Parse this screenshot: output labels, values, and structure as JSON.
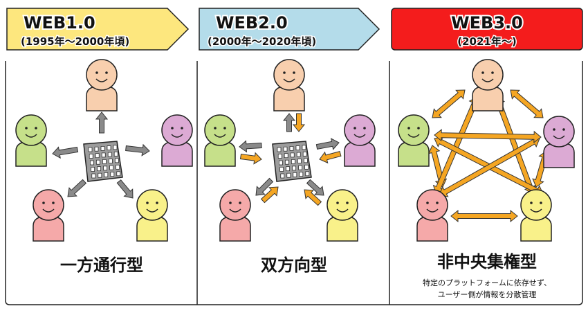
{
  "eras": [
    {
      "title": "WEB1.0",
      "period": "(1995年～2000年頃)",
      "label": "一方通行型",
      "color": "#fde77e"
    },
    {
      "title": "WEB2.0",
      "period": "(2000年～2020年頃)",
      "label": "双方向型",
      "color": "#b4dcea"
    },
    {
      "title": "WEB3.0",
      "period": "(2021年～)",
      "label": "非中央集権型",
      "color": "#f41c1c",
      "description": [
        "特定のプラットフォームに依存せず、",
        "ユーザー側が情報を分散管理"
      ]
    }
  ],
  "colors": {
    "arrow_gray": "#8a8a8a",
    "arrow_orange": "#f5a623",
    "building": "#9c9c9c"
  }
}
